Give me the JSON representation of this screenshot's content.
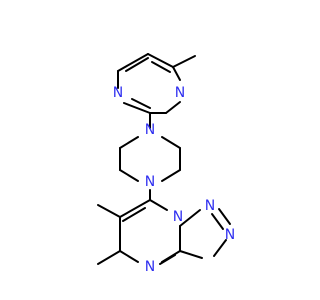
{
  "atom_color": "#2f2ff0",
  "bond_color": "#000000",
  "labels": {
    "pyrimidine_n1": "N",
    "pyrimidine_n3": "N",
    "piperazine_n_top": "N",
    "piperazine_n_bottom": "N",
    "triazole_n1": "N",
    "triazole_n2": "N",
    "triazole_n3": "N",
    "fused_pyrimidine_n": "N"
  }
}
